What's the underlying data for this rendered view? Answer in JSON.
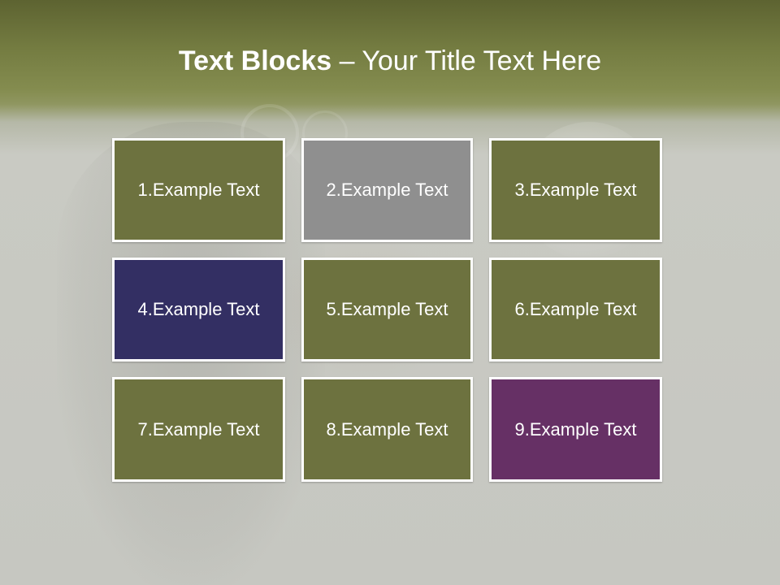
{
  "title": {
    "bold": "Text Blocks",
    "separator": " – ",
    "rest": "Your Title Text Here"
  },
  "blocks": [
    {
      "label": "1.Example Text",
      "color": "#6d723f"
    },
    {
      "label": "2.Example Text",
      "color": "#8f8f8f"
    },
    {
      "label": "3.Example Text",
      "color": "#6d723f"
    },
    {
      "label": "4.Example Text",
      "color": "#332f63"
    },
    {
      "label": "5.Example Text",
      "color": "#6d723f"
    },
    {
      "label": "6.Example Text",
      "color": "#6d723f"
    },
    {
      "label": "7.Example Text",
      "color": "#6d723f"
    },
    {
      "label": "8.Example Text",
      "color": "#6d723f"
    },
    {
      "label": "9.Example Text",
      "color": "#663065"
    }
  ]
}
